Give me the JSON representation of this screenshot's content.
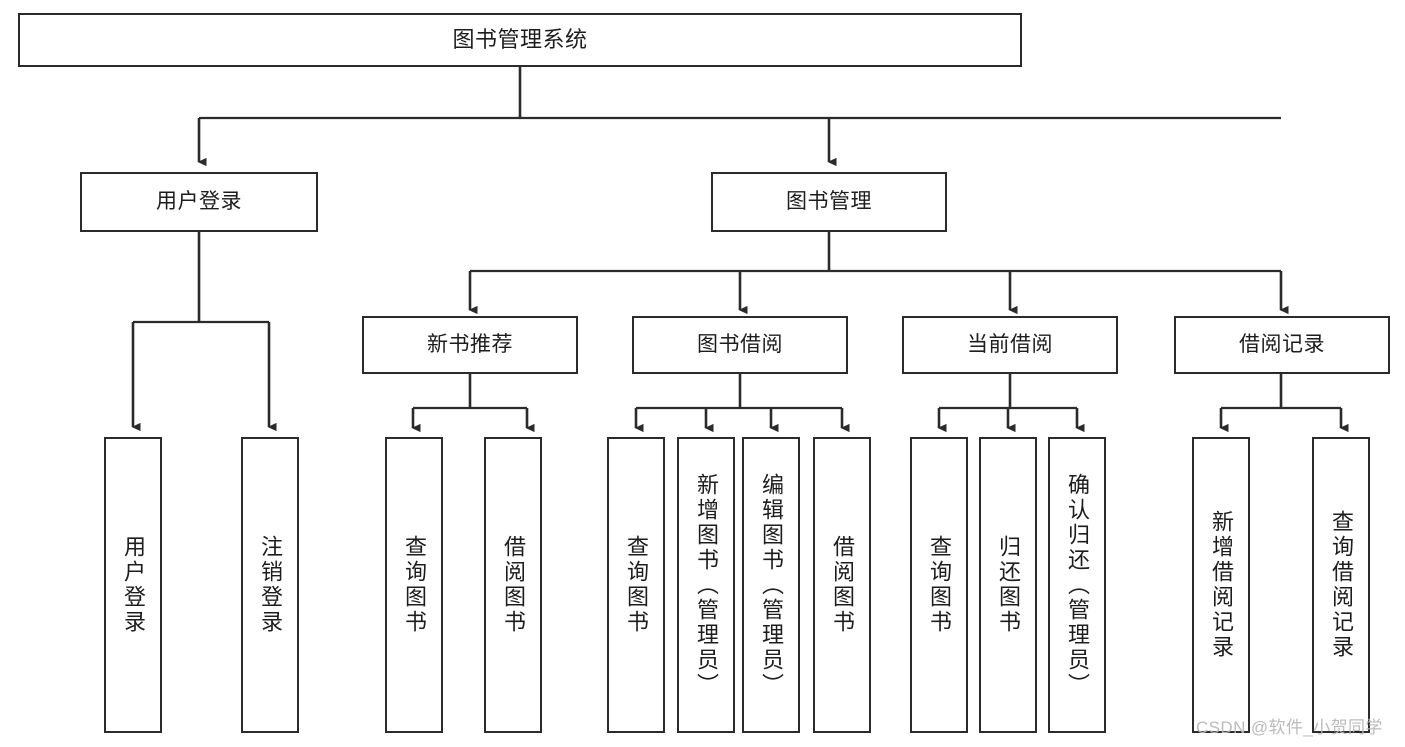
{
  "diagram": {
    "type": "tree",
    "title": "图书管理系统",
    "orientation": "top-down",
    "colors": {
      "box_border": "#2b2b2b",
      "box_fill": "#ffffff",
      "edge": "#2b2b2b",
      "text": "#1d1d1d",
      "watermark": "#b8b8b8"
    },
    "root": {
      "label": "图书管理系统"
    },
    "level1": [
      {
        "label": "用户登录"
      },
      {
        "label": "图书管理"
      }
    ],
    "level2": [
      {
        "label": "新书推荐"
      },
      {
        "label": "图书借阅"
      },
      {
        "label": "当前借阅"
      },
      {
        "label": "借阅记录"
      }
    ],
    "leaves": {
      "user_login": [
        {
          "label": "用户登录"
        },
        {
          "label": "注销登录"
        }
      ],
      "new_book_recommend": [
        {
          "label": "查询图书"
        },
        {
          "label": "借阅图书"
        }
      ],
      "book_borrow": [
        {
          "label": "查询图书"
        },
        {
          "label": "新增图书（管理员）"
        },
        {
          "label": "编辑图书（管理员）"
        },
        {
          "label": "借阅图书"
        }
      ],
      "current_borrow": [
        {
          "label": "查询图书"
        },
        {
          "label": "归还图书"
        },
        {
          "label": "确认归还（管理员）"
        }
      ],
      "borrow_record": [
        {
          "label": "新增借阅记录"
        },
        {
          "label": "查询借阅记录"
        }
      ]
    }
  },
  "watermark": {
    "text": "CSDN @软件_小贺同学"
  }
}
